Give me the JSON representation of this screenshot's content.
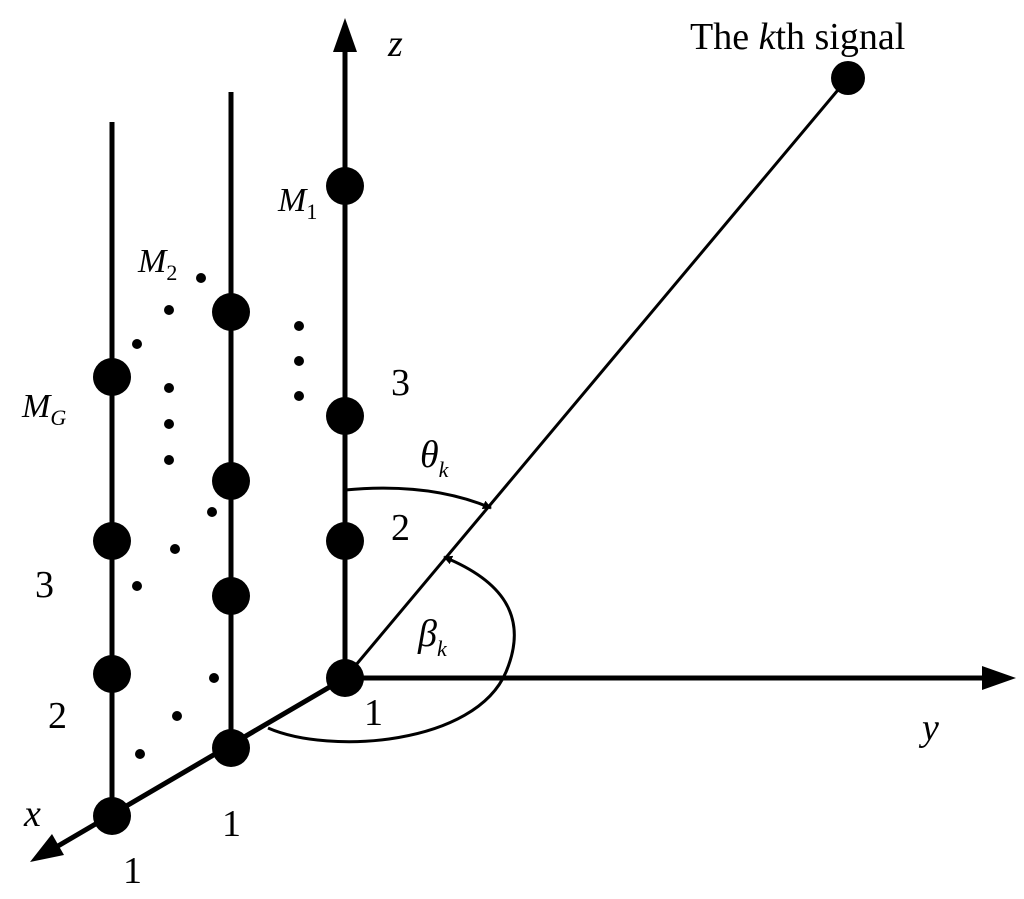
{
  "labels": {
    "axis_z": "z",
    "axis_y": "y",
    "axis_x": "x",
    "signal_prefix": "The ",
    "signal_k": "k",
    "signal_suffix": "th signal",
    "theta": "θ",
    "theta_sub": "k",
    "beta": "β",
    "beta_sub": "k",
    "m1": "M",
    "m1_sub": "1",
    "m2": "M",
    "m2_sub": "2",
    "mg": "M",
    "mg_sub": "G",
    "z_elem_3": "3",
    "z_elem_2": "2",
    "z_elem_1": "1",
    "sub1_elem_1": "1",
    "sub2_elem_3": "3",
    "sub2_elem_2": "2",
    "sub2_elem_1": "1"
  }
}
